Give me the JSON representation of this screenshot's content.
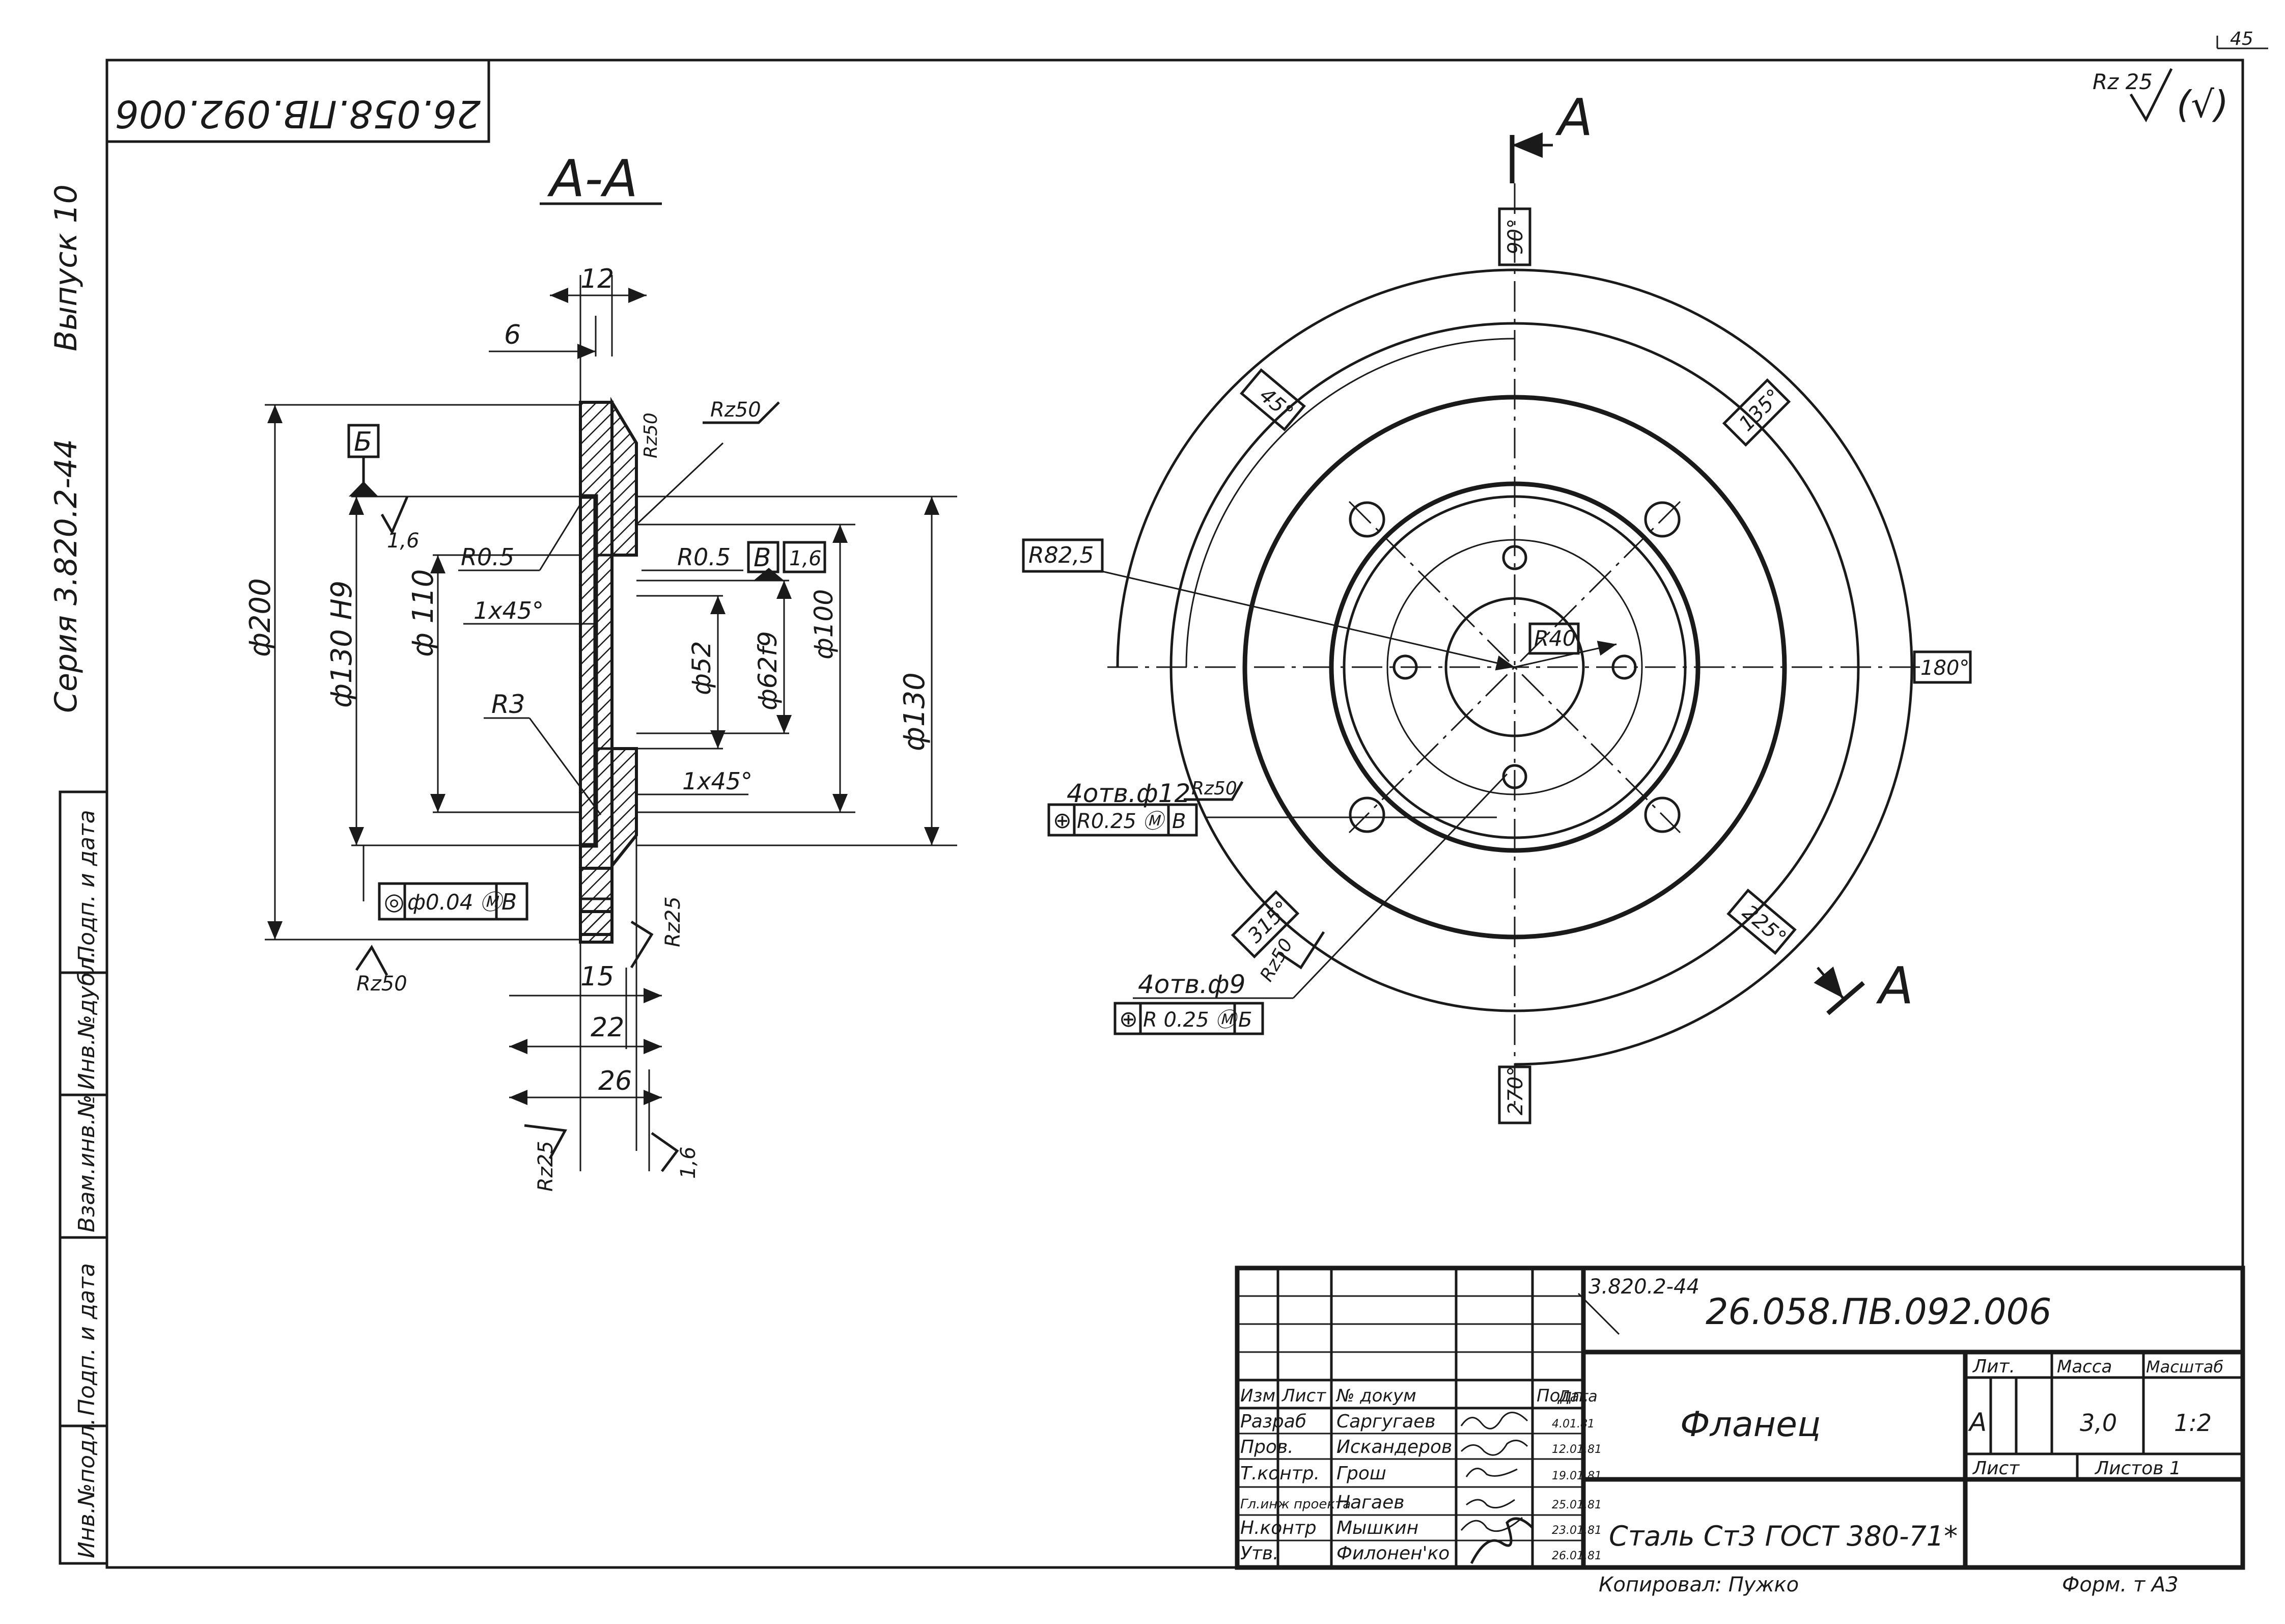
{
  "sheet": {
    "page_number": "45",
    "doc_code_rotated": "26.058.ПВ.092.006",
    "section_label": "А-А",
    "cut_mark_top": "А",
    "cut_mark_bottom": "А",
    "roughness_general": "Rz 25",
    "roughness_other": "(√)"
  },
  "side_margin": {
    "series": "Серия  3.820.2-44",
    "issue": "Выпуск 10",
    "stamps": [
      "Инв.№подл.",
      "Подп. и дата",
      "Взам.инв.№",
      "Инв.№дубл.",
      "Подп. и дата"
    ]
  },
  "section_view": {
    "dims": {
      "d12": "12",
      "d6": "6",
      "d15": "15",
      "d22": "22",
      "d26": "26",
      "dia200": "ф200",
      "dia130h9": "ф130 Н9",
      "dia110": "ф 110",
      "dia52": "ф52",
      "dia62f9": "ф62f9",
      "dia100": "ф100",
      "dia130": "ф130"
    },
    "notes": {
      "r05_left": "R0.5",
      "r05_right": "R0.5",
      "r3": "R3",
      "chamfer_top": "1х45°",
      "chamfer_bottom": "1х45°",
      "rz50_top": "Rz50",
      "rz50_tilt": "Rz50",
      "rz50_bottom": "Rz50",
      "rz25_bottom_left": "Rz25",
      "rz25_right": "Rz25",
      "r16_left": "1,6",
      "r16_right": "1,6",
      "r16_bottom": "1,6"
    },
    "datum_b": "Б",
    "datum_v": "В",
    "tolerance_frame": [
      "◎",
      "ф0.04 Ⓜ",
      "В"
    ]
  },
  "plan_view": {
    "angles": [
      "90°",
      "45°",
      "135°",
      "180°",
      "315°",
      "225°",
      "270°"
    ],
    "r825": "R82,5",
    "r40": "R40",
    "holes12_note": "4отв.ф12",
    "holes12_rz": "Rz50",
    "holes12_frame": [
      "⊕",
      "R0.25 Ⓜ",
      "В"
    ],
    "holes9_note": "4отв.ф9",
    "holes9_rz": "Rz50",
    "holes9_frame": [
      "⊕",
      "R 0.25 Ⓜ",
      "Б"
    ]
  },
  "title_block": {
    "series_code": "3.820.2-44",
    "doc_number": "26.058.ПВ.092.006",
    "part_name": "Фланец",
    "material": "Сталь Ст3 ГОСТ 380-71*",
    "headers": {
      "izm": "Изм",
      "list": "Лист",
      "doc": "№ докум",
      "podp": "Подп.",
      "data": "Дата"
    },
    "col_lit": "Лит.",
    "col_mass": "Масса",
    "col_scale": "Масштаб",
    "lit_value": "А",
    "mass_value": "3,0",
    "scale_value": "1:2",
    "sheet_label": "Лист",
    "sheets_label": "Листов 1",
    "rows": [
      {
        "role": "Разраб",
        "name": "Саргугаев",
        "date": "4.01.81"
      },
      {
        "role": "Пров.",
        "name": "Искандеров",
        "date": "12.01.81"
      },
      {
        "role": "Т.контр.",
        "name": "Грош",
        "date": "19.01.81"
      },
      {
        "role": "Гл.инж проекта",
        "name": "Нагаев",
        "date": "25.01.81"
      },
      {
        "role": "Н.контр",
        "name": "Мышкин",
        "date": "23.01.81"
      },
      {
        "role": "Утв.",
        "name": "Филонен'ко",
        "date": "26.01.81"
      }
    ],
    "copied_by": "Копировал:  Пужко",
    "format": "Форм. т  А3"
  }
}
